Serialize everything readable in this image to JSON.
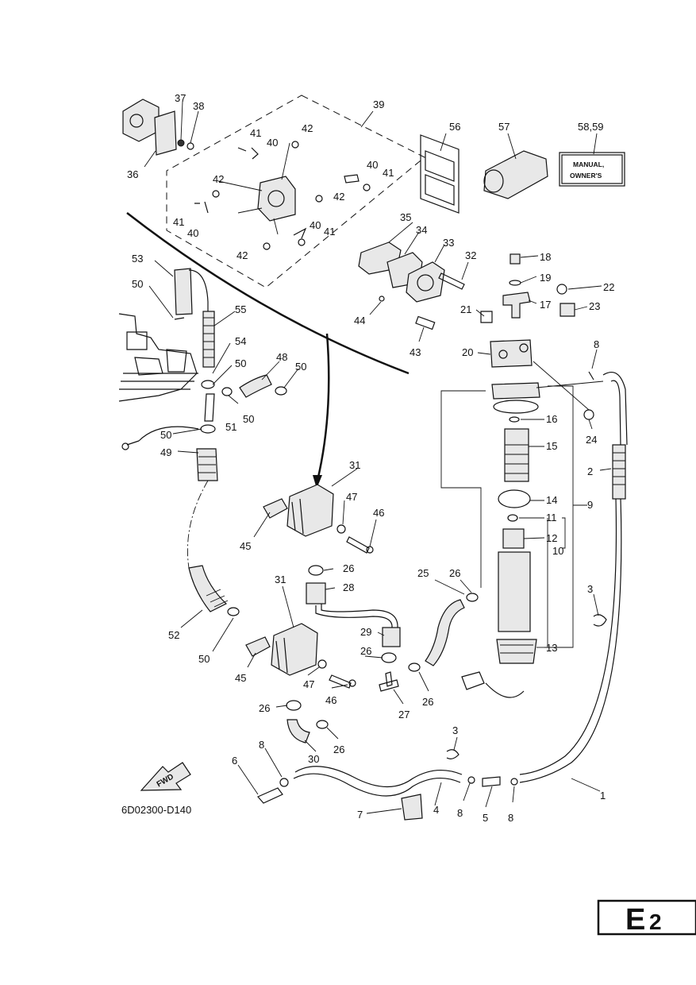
{
  "diagram": {
    "drawing_code": "6D02300-D140",
    "section_badge": {
      "letter": "E",
      "number": "2"
    },
    "fwd_label": "FWD",
    "manual_tag": {
      "line1": "MANUAL,",
      "line2": "OWNER'S"
    },
    "callouts": [
      {
        "id": "c37",
        "text": "37"
      },
      {
        "id": "c38",
        "text": "38"
      },
      {
        "id": "c39",
        "text": "39"
      },
      {
        "id": "c36",
        "text": "36"
      },
      {
        "id": "c41a",
        "text": "41"
      },
      {
        "id": "c40a",
        "text": "40"
      },
      {
        "id": "c42a",
        "text": "42"
      },
      {
        "id": "c42b",
        "text": "42"
      },
      {
        "id": "c40b",
        "text": "40"
      },
      {
        "id": "c41b",
        "text": "41"
      },
      {
        "id": "c42c",
        "text": "42"
      },
      {
        "id": "c41c",
        "text": "41"
      },
      {
        "id": "c40c",
        "text": "40"
      },
      {
        "id": "c40d",
        "text": "40"
      },
      {
        "id": "c41d",
        "text": "41"
      },
      {
        "id": "c42d",
        "text": "42"
      },
      {
        "id": "c56",
        "text": "56"
      },
      {
        "id": "c57",
        "text": "57"
      },
      {
        "id": "c5859",
        "text": "58,59"
      },
      {
        "id": "c35",
        "text": "35"
      },
      {
        "id": "c34",
        "text": "34"
      },
      {
        "id": "c33",
        "text": "33"
      },
      {
        "id": "c32",
        "text": "32"
      },
      {
        "id": "c44",
        "text": "44"
      },
      {
        "id": "c43",
        "text": "43"
      },
      {
        "id": "c53",
        "text": "53"
      },
      {
        "id": "c50a",
        "text": "50"
      },
      {
        "id": "c55",
        "text": "55"
      },
      {
        "id": "c54",
        "text": "54"
      },
      {
        "id": "c50b",
        "text": "50"
      },
      {
        "id": "c48",
        "text": "48"
      },
      {
        "id": "c50c",
        "text": "50"
      },
      {
        "id": "c50d",
        "text": "50"
      },
      {
        "id": "c51",
        "text": "51"
      },
      {
        "id": "c50e",
        "text": "50"
      },
      {
        "id": "c49",
        "text": "49"
      },
      {
        "id": "c18",
        "text": "18"
      },
      {
        "id": "c19",
        "text": "19"
      },
      {
        "id": "c22",
        "text": "22"
      },
      {
        "id": "c21",
        "text": "21"
      },
      {
        "id": "c17",
        "text": "17"
      },
      {
        "id": "c23",
        "text": "23"
      },
      {
        "id": "c8a",
        "text": "8"
      },
      {
        "id": "c20",
        "text": "20"
      },
      {
        "id": "c16",
        "text": "16"
      },
      {
        "id": "c24",
        "text": "24"
      },
      {
        "id": "c15",
        "text": "15"
      },
      {
        "id": "c2",
        "text": "2"
      },
      {
        "id": "c31a",
        "text": "31"
      },
      {
        "id": "c47a",
        "text": "47"
      },
      {
        "id": "c46a",
        "text": "46"
      },
      {
        "id": "c45a",
        "text": "45"
      },
      {
        "id": "c14",
        "text": "14"
      },
      {
        "id": "c9",
        "text": "9"
      },
      {
        "id": "c11",
        "text": "11"
      },
      {
        "id": "c12",
        "text": "12"
      },
      {
        "id": "c10",
        "text": "10"
      },
      {
        "id": "c26a",
        "text": "26"
      },
      {
        "id": "c28",
        "text": "28"
      },
      {
        "id": "c25",
        "text": "25"
      },
      {
        "id": "c26b",
        "text": "26"
      },
      {
        "id": "c31b",
        "text": "31"
      },
      {
        "id": "c3a",
        "text": "3"
      },
      {
        "id": "c52",
        "text": "52"
      },
      {
        "id": "c29",
        "text": "29"
      },
      {
        "id": "c50f",
        "text": "50"
      },
      {
        "id": "c13",
        "text": "13"
      },
      {
        "id": "c26c",
        "text": "26"
      },
      {
        "id": "c45b",
        "text": "45"
      },
      {
        "id": "c47b",
        "text": "47"
      },
      {
        "id": "c26d",
        "text": "26"
      },
      {
        "id": "c46b",
        "text": "46"
      },
      {
        "id": "c27",
        "text": "27"
      },
      {
        "id": "c26e",
        "text": "26"
      },
      {
        "id": "c26f",
        "text": "26"
      },
      {
        "id": "c30",
        "text": "30"
      },
      {
        "id": "c3b",
        "text": "3"
      },
      {
        "id": "c8b",
        "text": "8"
      },
      {
        "id": "c6",
        "text": "6"
      },
      {
        "id": "c1",
        "text": "1"
      },
      {
        "id": "c4",
        "text": "4"
      },
      {
        "id": "c8c",
        "text": "8"
      },
      {
        "id": "c5",
        "text": "5"
      },
      {
        "id": "c8d",
        "text": "8"
      },
      {
        "id": "c7",
        "text": "7"
      }
    ]
  }
}
